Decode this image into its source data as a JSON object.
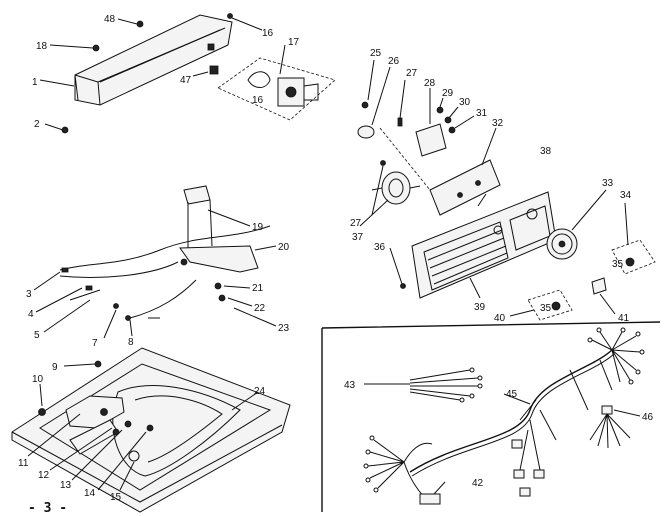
{
  "page_number": "- 3 -",
  "callouts": {
    "c1": "1",
    "c2": "2",
    "c3": "3",
    "c4": "4",
    "c5": "5",
    "c7": "7",
    "c8": "8",
    "c9": "9",
    "c10": "10",
    "c11": "11",
    "c12": "12",
    "c13": "13",
    "c14": "14",
    "c15": "15",
    "c16a": "16",
    "c16b": "16",
    "c17": "17",
    "c18": "18",
    "c19": "19",
    "c20": "20",
    "c21": "21",
    "c22": "22",
    "c23": "23",
    "c24": "24",
    "c25": "25",
    "c26": "26",
    "c27a": "27",
    "c27b": "27",
    "c28": "28",
    "c29": "29",
    "c30": "30",
    "c31": "31",
    "c32": "32",
    "c33": "33",
    "c34": "34",
    "c35a": "35",
    "c35b": "35",
    "c36": "36",
    "c37": "37",
    "c38": "38",
    "c39": "39",
    "c40": "40",
    "c41": "41",
    "c42": "42",
    "c43": "43",
    "c45": "45",
    "c46": "46",
    "c47": "47",
    "c48": "48"
  }
}
